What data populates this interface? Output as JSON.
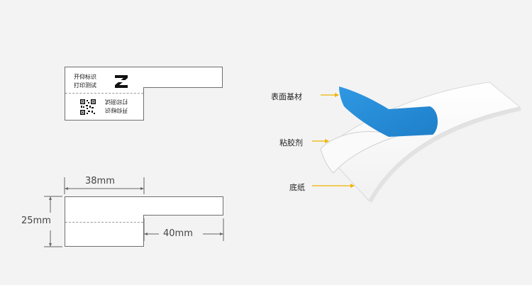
{
  "preview": {
    "front_text_line1": "开仰标识",
    "front_text_line2": "打印测试",
    "back_text_line1": "开仰标识",
    "back_text_line2": "打印测试",
    "logo_icon": "z-brand-logo-icon",
    "qr_icon": "qr-code-icon"
  },
  "dimensions": {
    "width_label": "38mm",
    "height_label": "25mm",
    "tail_label": "40mm"
  },
  "layers": {
    "surface_label": "表面基材",
    "adhesive_label": "粘胶剂",
    "backing_label": "底纸",
    "surface_color": "#2b8ed8",
    "arrow_color": "#f0b400"
  }
}
